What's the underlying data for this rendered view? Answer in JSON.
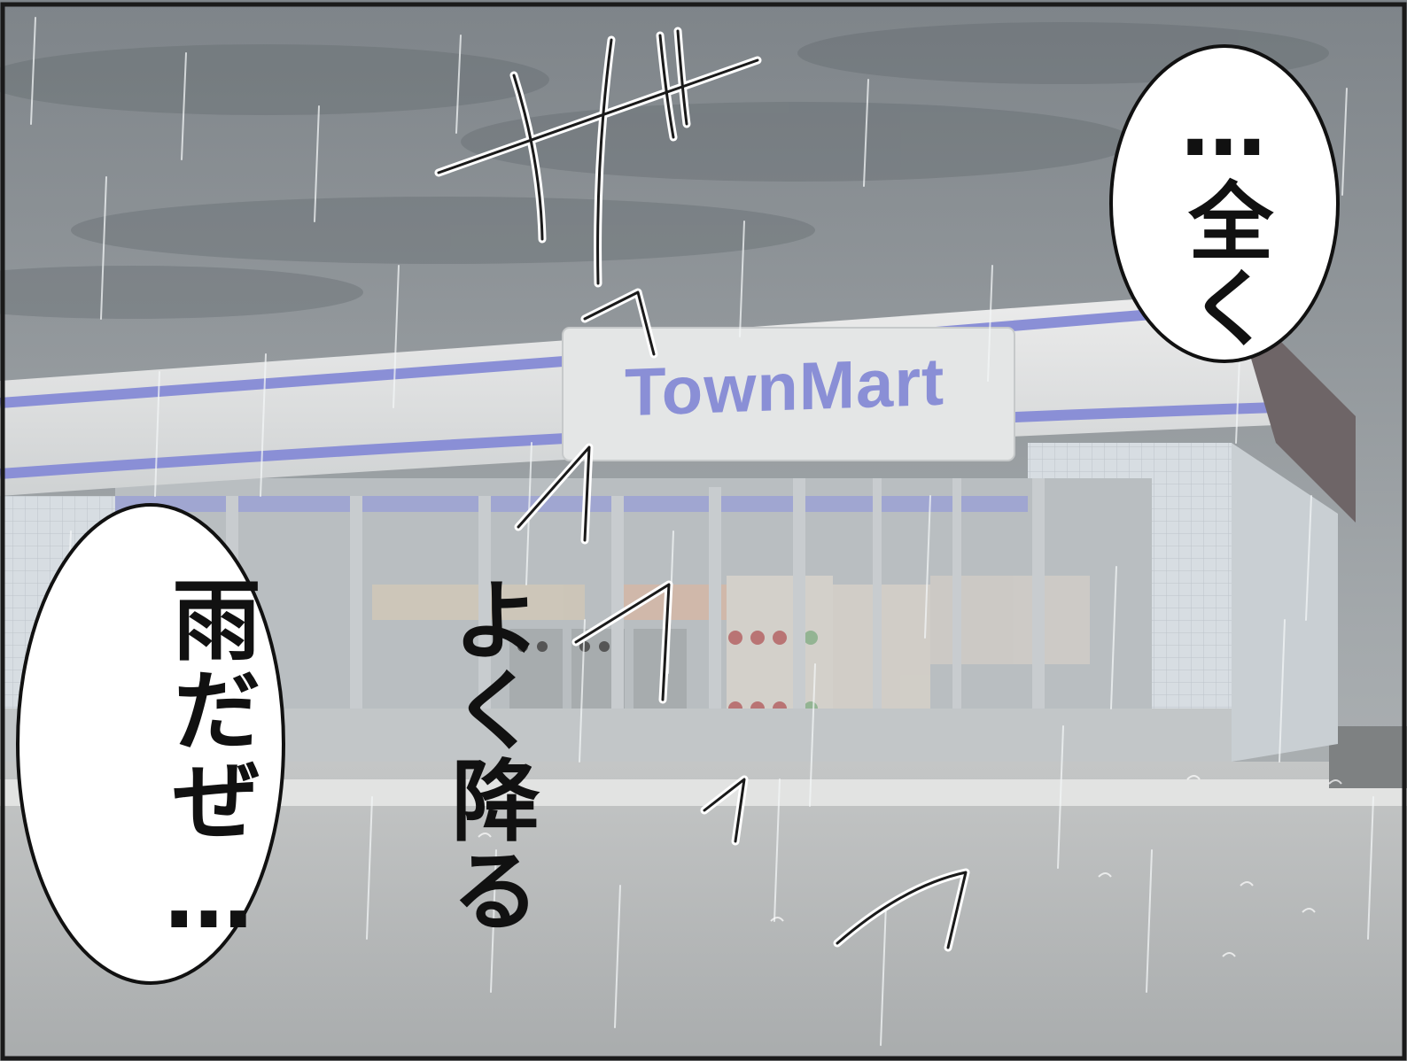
{
  "store": {
    "sign_text": "TownMart",
    "brand_color": "#8a8fd6",
    "wall_color": "#dfe3e6"
  },
  "speech": {
    "right_bubble": "…全く",
    "left_bubble_col1": "よく降る",
    "left_bubble_col2": "雨だぜ…"
  },
  "sfx": {
    "sound": "ザァァァァ"
  },
  "colors": {
    "sky": "#8f9599",
    "ground": "#b9bcbd",
    "panel_border": "#1a1a1a"
  }
}
